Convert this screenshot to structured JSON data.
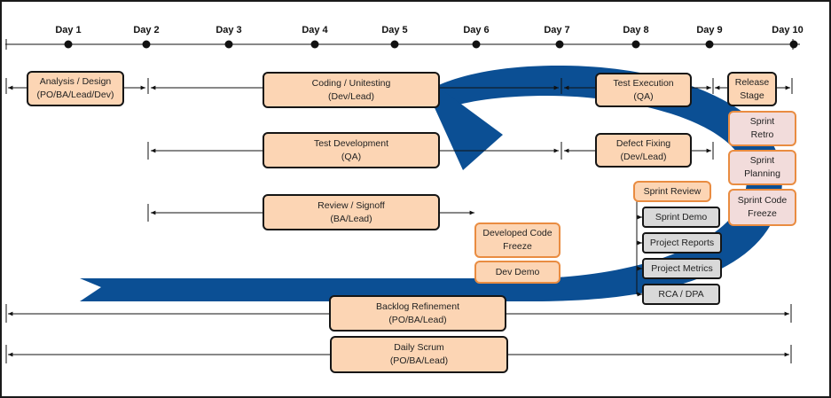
{
  "days": [
    "Day 1",
    "Day 2",
    "Day 3",
    "Day 4",
    "Day 5",
    "Day 6",
    "Day 7",
    "Day 8",
    "Day 9",
    "Day 10"
  ],
  "boxes": {
    "analysis": [
      "Analysis / Design",
      "(PO/BA/Lead/Dev)"
    ],
    "coding": [
      "Coding / Unitesting",
      "(Dev/Lead)"
    ],
    "test_execution": [
      "Test Execution",
      "(QA)"
    ],
    "release": [
      "Release",
      "Stage"
    ],
    "test_dev": [
      "Test Development",
      "(QA)"
    ],
    "defect_fixing": [
      "Defect Fixing",
      "(Dev/Lead)"
    ],
    "sprint_retro": [
      "Sprint",
      "Retro"
    ],
    "sprint_planning": [
      "Sprint",
      "Planning"
    ],
    "review_signoff": [
      "Review / Signoff",
      "(BA/Lead)"
    ],
    "sprint_review": [
      "Sprint Review"
    ],
    "sprint_code_freeze": [
      "Sprint Code",
      "Freeze"
    ],
    "developed_code_freeze": [
      "Developed Code",
      "Freeze"
    ],
    "dev_demo": [
      "Dev Demo"
    ],
    "sprint_demo": [
      "Sprint Demo"
    ],
    "project_reports": [
      "Project Reports"
    ],
    "project_metrics": [
      "Project Metrics"
    ],
    "rca_dpa": [
      "RCA / DPA"
    ],
    "backlog": [
      "Backlog Refinement",
      "(PO/BA/Lead)"
    ],
    "daily_scrum": [
      "Daily Scrum",
      "(PO/BA/Lead)"
    ]
  },
  "colors": {
    "cycle_arrow": "#0b4f94",
    "box_fill": "#fcd5b4",
    "box_fill_pink": "#f2dcdb",
    "box_fill_grey": "#d9d9d9",
    "box_border_orange": "#e98c41",
    "line": "#111111"
  }
}
